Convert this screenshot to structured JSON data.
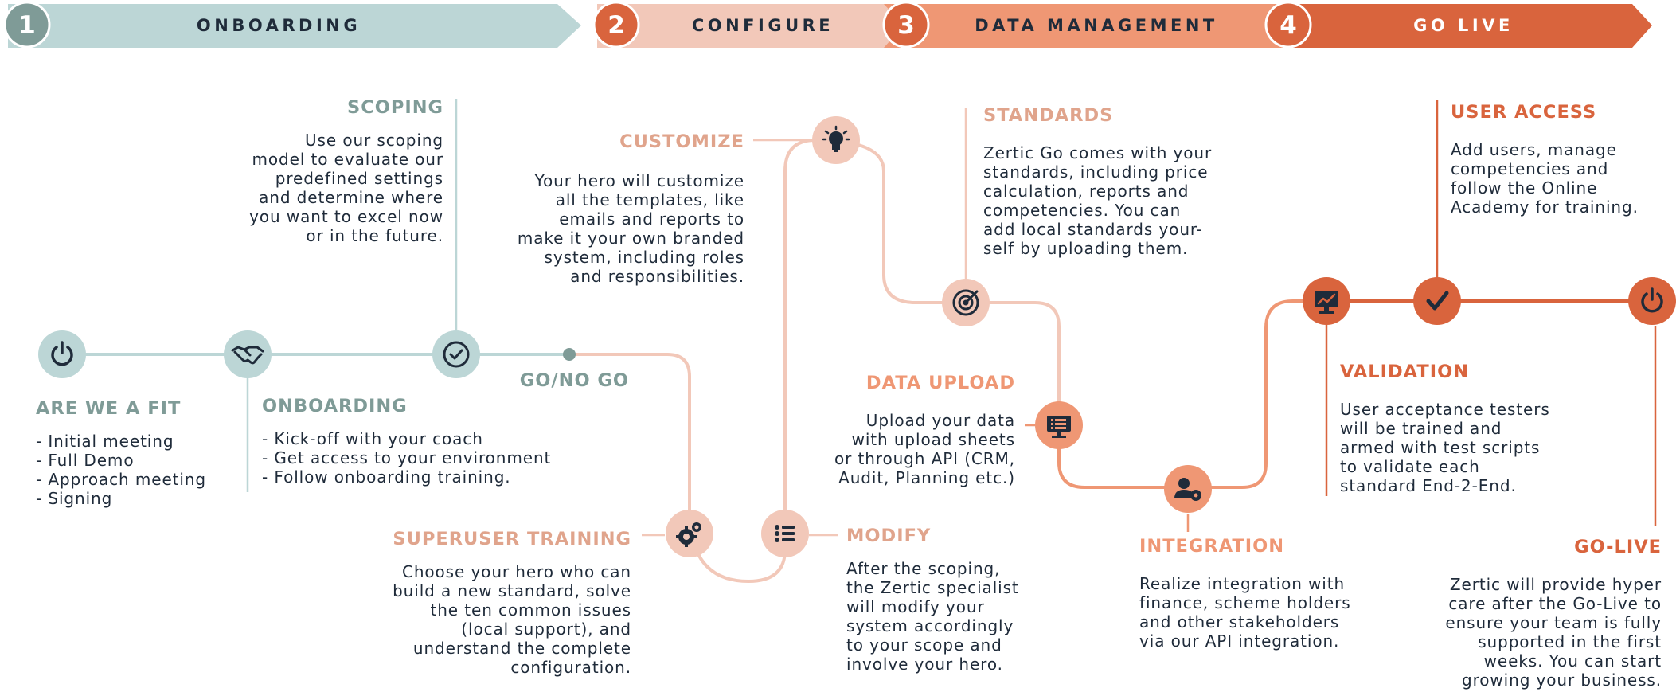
{
  "colors": {
    "teal": "#7f9b97",
    "teal_light": "#bcd6d6",
    "peach": "#f2c8b9",
    "pink": "#e8b8a5",
    "salmon": "#ef9774",
    "orange": "#d9643d",
    "navy": "#1f2b3a"
  },
  "phases": [
    {
      "num": "1",
      "label": "ONBOARDING",
      "icon": "number-circle-icon"
    },
    {
      "num": "2",
      "label": "CONFIGURE",
      "icon": "number-circle-icon"
    },
    {
      "num": "3",
      "label": "DATA MANAGEMENT",
      "icon": "number-circle-icon"
    },
    {
      "num": "4",
      "label": "GO LIVE",
      "icon": "number-circle-icon"
    }
  ],
  "steps": {
    "are_we_a_fit": {
      "title": "ARE WE A FIT",
      "icon": "power-icon",
      "lines": [
        "- Initial meeting",
        "- Full Demo",
        "- Approach meeting",
        "- Signing"
      ]
    },
    "onboarding": {
      "title": "ONBOARDING",
      "icon": "handshake-icon",
      "lines": [
        "- Kick-off with your coach",
        "- Get access to your environment",
        "- Follow onboarding training."
      ]
    },
    "scoping": {
      "title": "SCOPING",
      "icon": "check-circle-icon",
      "lines": [
        "Use our scoping",
        "model to evaluate our",
        "predefined settings",
        "and determine where",
        "you want to excel now",
        "or in the future."
      ]
    },
    "go_no_go": {
      "title": "GO/NO GO"
    },
    "superuser_training": {
      "title": "SUPERUSER TRAINING",
      "icon": "gears-icon",
      "lines": [
        "Choose your hero who can",
        "build a new standard, solve",
        "the ten common issues",
        "(local support), and",
        "understand the complete",
        "configuration."
      ]
    },
    "customize": {
      "title": "CUSTOMIZE",
      "icon": "lightbulb-icon",
      "lines": [
        "Your hero will customize",
        "all the templates, like",
        "emails and reports to",
        "make it your own branded",
        "system, including roles",
        "and responsibilities."
      ]
    },
    "modify": {
      "title": "MODIFY",
      "icon": "list-icon",
      "lines": [
        "After the scoping,",
        "the Zertic specialist",
        "will modify your",
        "system accordingly",
        "to your scope and",
        "involve your hero."
      ]
    },
    "standards": {
      "title": "STANDARDS",
      "icon": "target-icon",
      "lines": [
        "Zertic Go comes with your",
        "standards, including price",
        "calculation, reports and",
        "competencies. You can",
        "add local standards your-",
        "self by uploading them."
      ]
    },
    "data_upload": {
      "title": "DATA UPLOAD",
      "icon": "monitor-icon",
      "lines": [
        "Upload your data",
        "with upload sheets",
        "or through API (CRM,",
        "Audit, Planning etc.)"
      ]
    },
    "integration": {
      "title": "INTEGRATION",
      "icon": "user-gear-icon",
      "lines": [
        "Realize integration with",
        "finance, scheme holders",
        "and other stakeholders",
        "via our API integration."
      ]
    },
    "validation": {
      "title": "VALIDATION",
      "icon": "chart-monitor-icon",
      "lines": [
        "User acceptance testers",
        "will be trained and",
        "armed with test scripts",
        "to validate each",
        "standard End-2-End."
      ]
    },
    "user_access": {
      "title": "USER ACCESS",
      "icon": "checkmark-icon",
      "lines": [
        "Add users, manage",
        "competencies and",
        "follow the Online",
        "Academy for training."
      ]
    },
    "go_live": {
      "title": "GO-LIVE",
      "icon": "power-icon",
      "lines": [
        "Zertic will provide hyper",
        "care after the Go-Live to",
        "ensure your team is fully",
        "supported in the first",
        "weeks. You can start",
        "growing your business."
      ]
    }
  }
}
